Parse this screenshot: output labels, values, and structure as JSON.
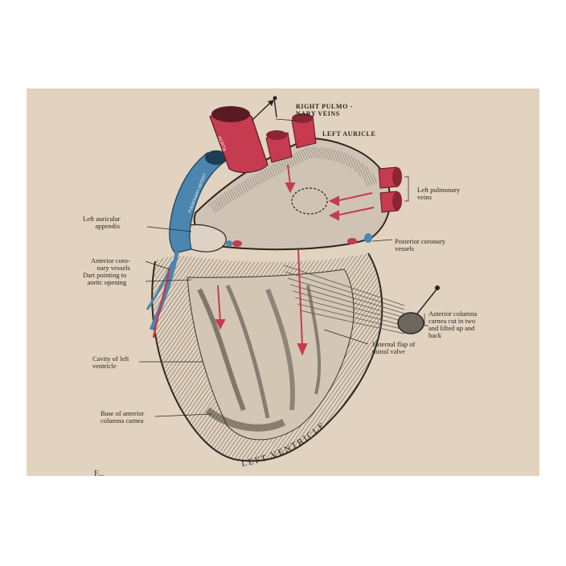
{
  "labels": {
    "right_pulmonary_veins": "RIGHT PULMO -\nNARY VEINS",
    "left_auricle": "LEFT AURICLE",
    "left_pulmonary_veins": "Left pulmonary\nveins",
    "aorta": "AORTA",
    "pulmonary_artery": "PULMONARY ARTERY",
    "left_auricular_appendix": "Left auricular\nappendix",
    "posterior_coronary_vessels": "Posterior coronary\nvessels",
    "anterior_coronary_vessels": "Anterior coro-\nnary vessels",
    "dart_aortic_opening": "Dart pointing to\naortic opening",
    "anterior_columna_carnea": "Anterior columna\ncarnea cut in two\nand lifted up and\nback",
    "external_flap_mitral": "External flap of\nmitral valve",
    "cavity_left_ventricle": "Cavity of left\nventricle",
    "base_anterior_columna": "Base of anterior\ncolumna carnea",
    "left_ventricle": "LEFT VENTRICLE"
  },
  "caption": "F...",
  "colors": {
    "background": "#e2d3c0",
    "vessel_red": "#c63b4f",
    "vessel_blue": "#4a86b0",
    "ink": "#2b2520"
  }
}
